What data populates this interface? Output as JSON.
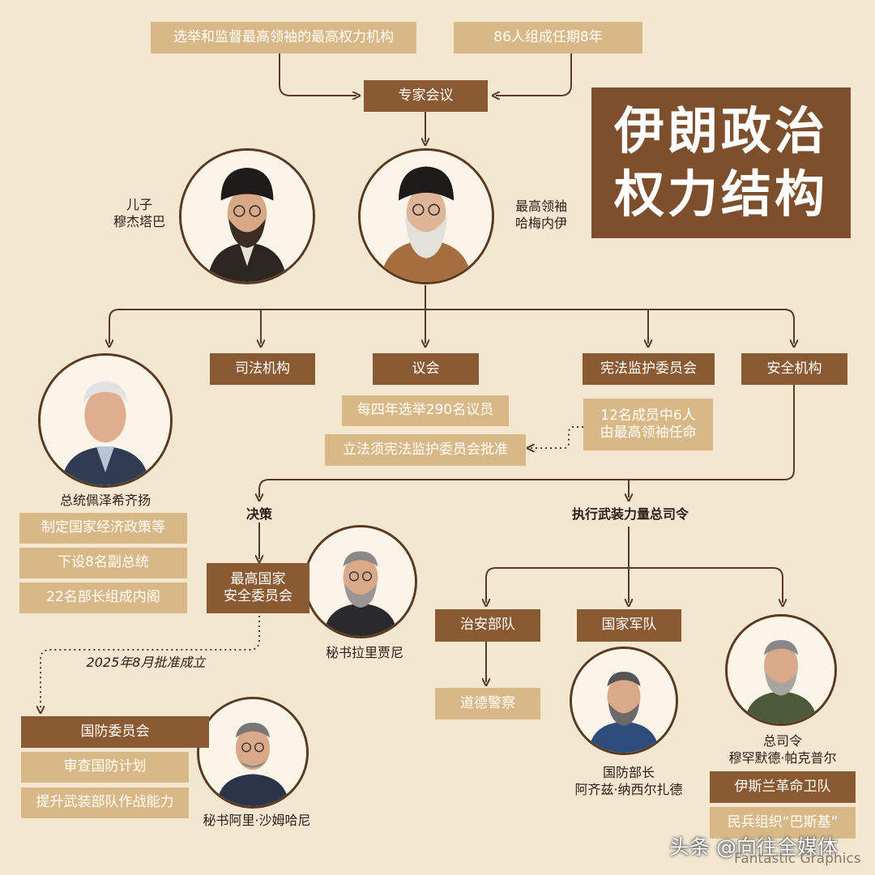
{
  "title": {
    "line1": "伊朗政治",
    "line2": "权力结构"
  },
  "top": {
    "left_note": "选举和监督最高领袖的最高权力机构",
    "right_note": "86人组成任期8年",
    "assembly": "专家会议"
  },
  "leaders": {
    "son": "儿子\n穆杰塔巴",
    "supreme": "最高领袖\n哈梅内伊"
  },
  "branches": {
    "judiciary": "司法机构",
    "parliament": "议会",
    "guardian": "宪法监护委员会",
    "security": "安全机构"
  },
  "parliament_notes": {
    "seats": "每四年选举290名议员",
    "approval": "立法须宪法监护委员会批准"
  },
  "guardian_note": "12名成员中6人\n由最高领袖任命",
  "president": {
    "name": "总统佩泽希齐扬",
    "items": [
      "制定国家经济政策等",
      "下设8名副总统",
      "22名部长组成内阁"
    ]
  },
  "decision": {
    "label": "决策",
    "council": "最高国家\n安全委员会",
    "secretary": "秘书拉里贾尼",
    "approved": "2025年8月批准成立"
  },
  "defense_council": {
    "title": "国防委员会",
    "items": [
      "审查国防计划",
      "提升武装部队作战能力"
    ],
    "secretary": "秘书阿里·沙姆哈尼"
  },
  "armed_forces": {
    "label": "执行武装力量总司令",
    "police": "治安部队",
    "morality": "道德警察",
    "army": "国家军队",
    "defense_minister": "国防部长\n阿齐兹·纳西尔扎德",
    "commander": "总司令\n穆罕默德·帕克普尔",
    "irgc": "伊斯兰革命卫队",
    "basij": "民兵组织“巴斯基”"
  },
  "watermark": {
    "main": "头条 @向往全媒体",
    "sub": "Fantastic Graphics"
  },
  "colors": {
    "background": "#f3e7d2",
    "light_box": "#d8b886",
    "dark_box": "#8a5a33",
    "title_bg": "#7e4f2c",
    "lines": "#5a3b22"
  },
  "icons": [
    "portrait-son",
    "portrait-supreme-leader",
    "portrait-president",
    "portrait-larijani",
    "portrait-shamkhani",
    "portrait-defense-minister",
    "portrait-commander"
  ]
}
